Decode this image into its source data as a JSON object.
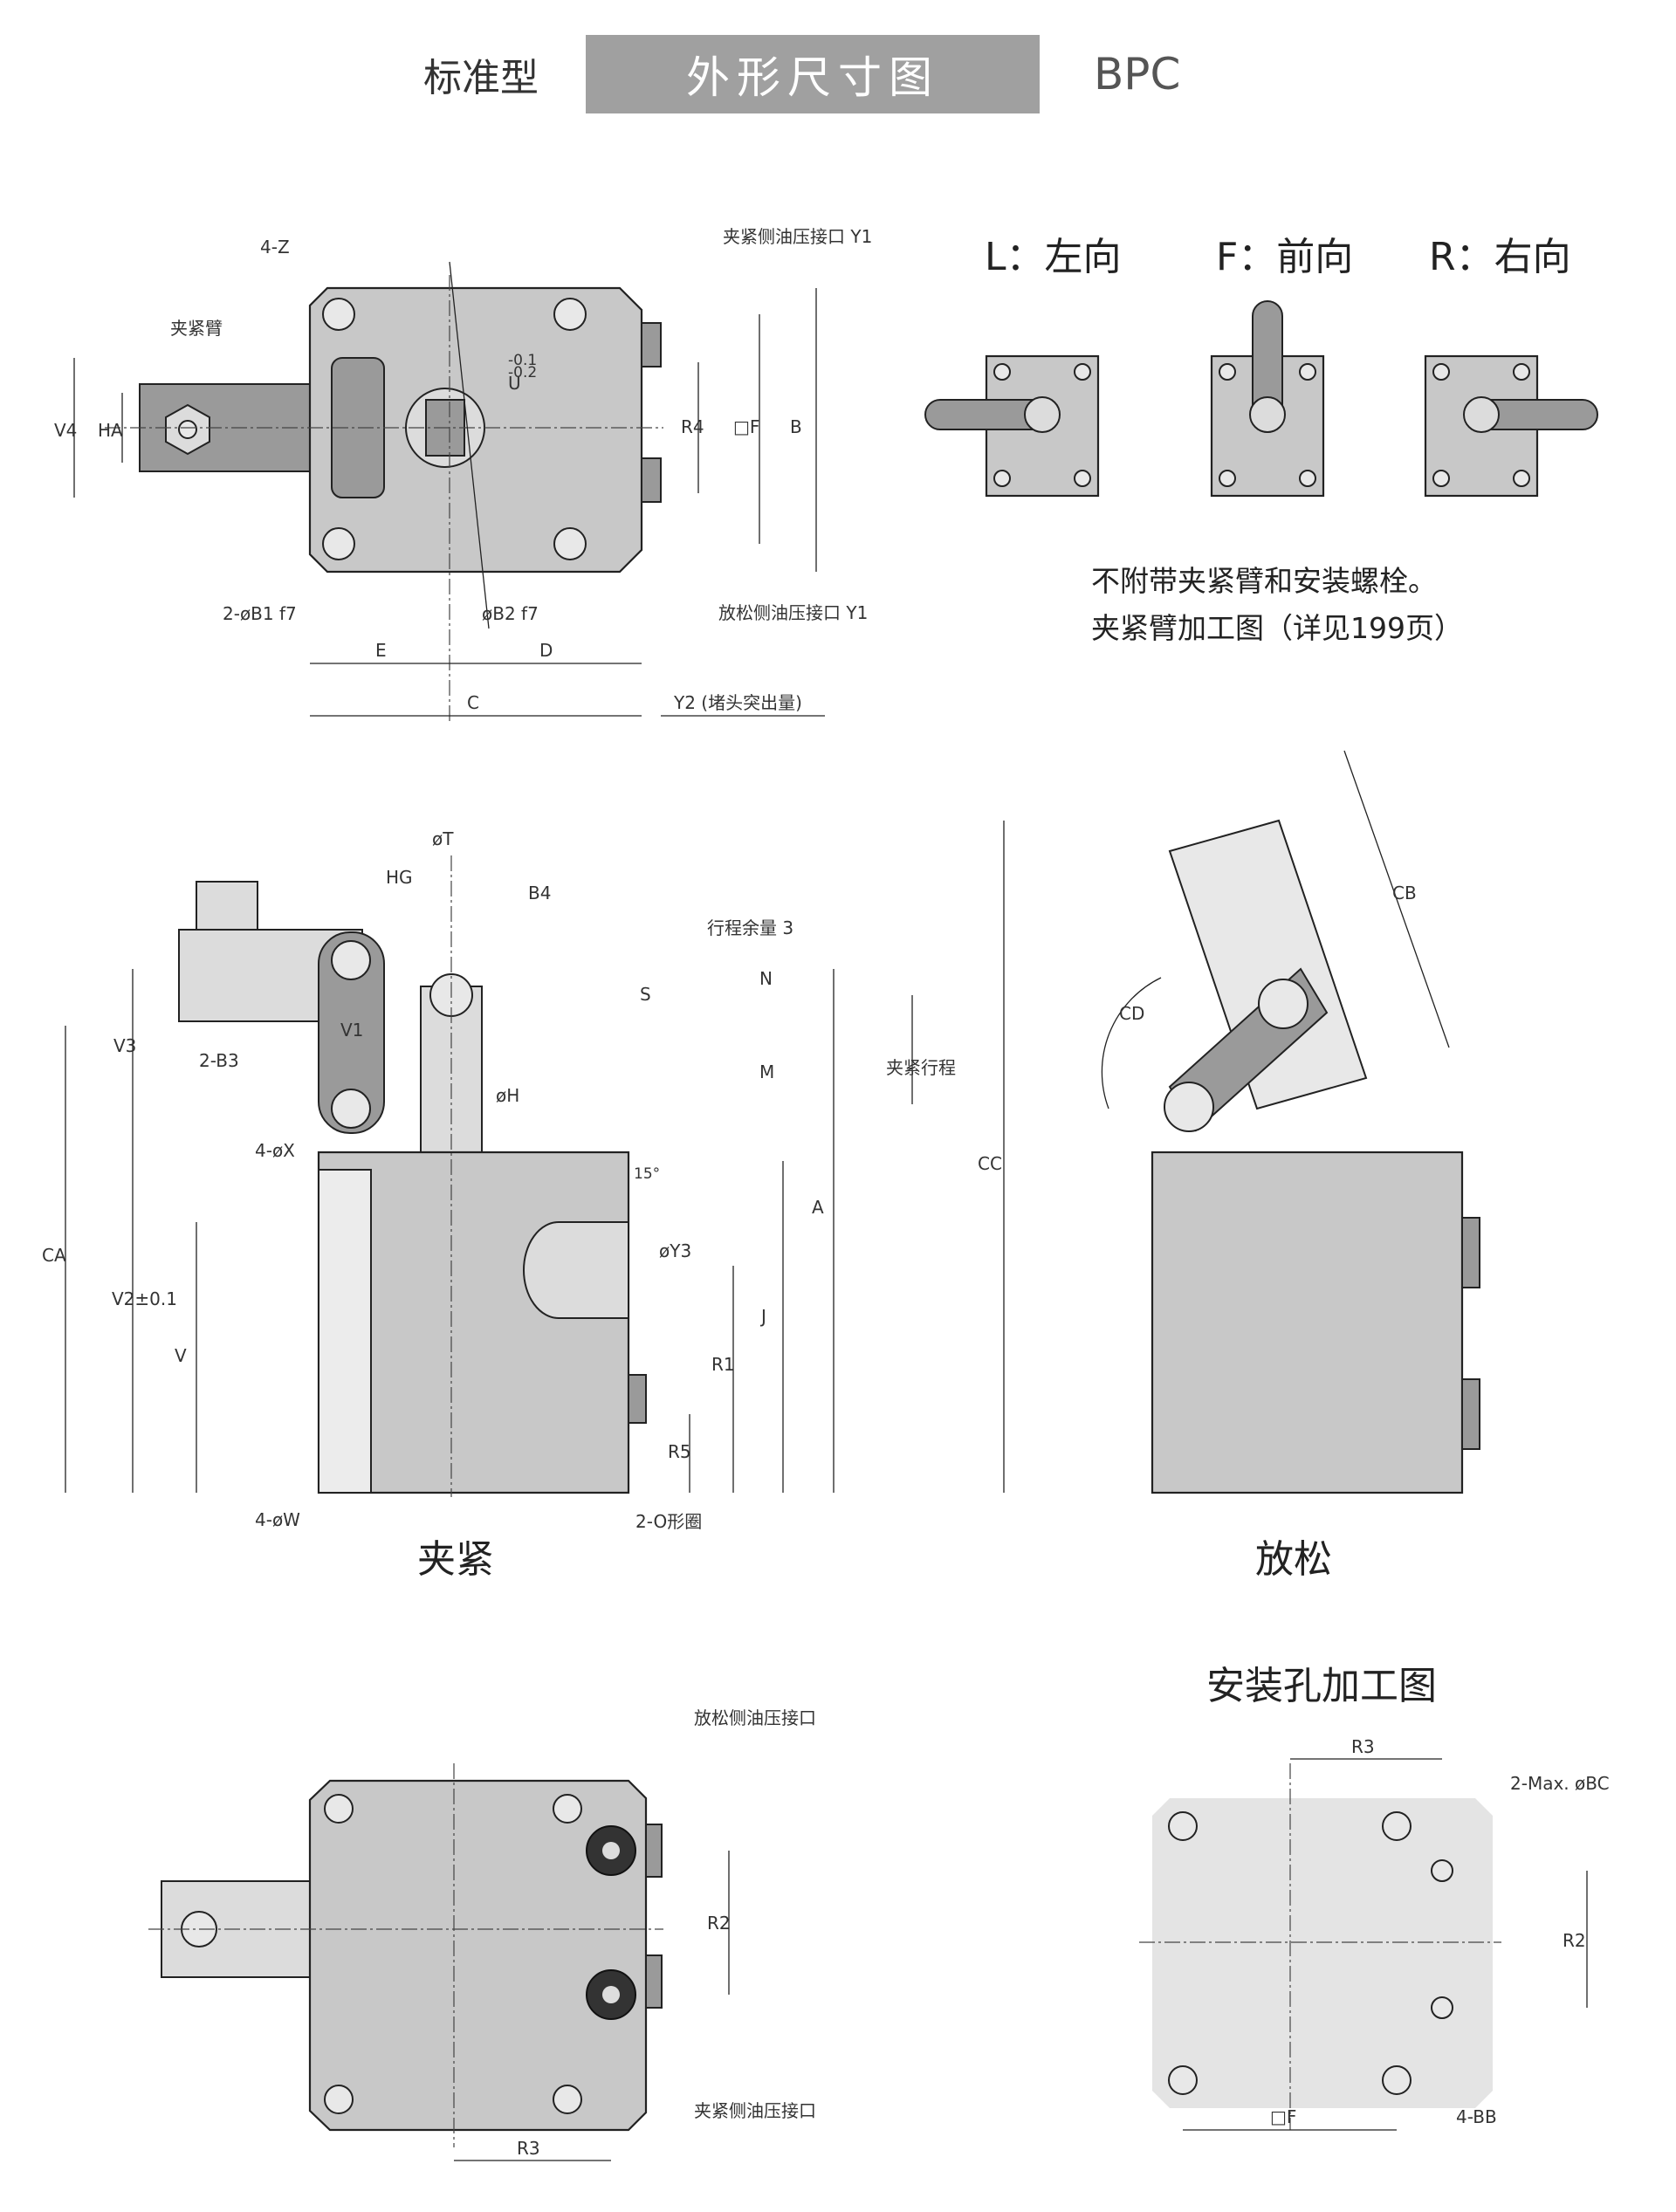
{
  "header": {
    "type_label": "标准型",
    "title": "外形尺寸图",
    "model": "BPC"
  },
  "orientation": {
    "left": "L：左向",
    "front": "F：前向",
    "right": "R：右向"
  },
  "notes": {
    "line1": "不附带夹紧臂和安装螺栓。",
    "line2": "夹紧臂加工图（详见199页）"
  },
  "views": {
    "clamp": "夹紧",
    "release": "放松",
    "mount_title": "安装孔加工图"
  },
  "top_view": {
    "z": "4-Z",
    "arm": "夹紧臂",
    "port_clamp": "夹紧侧油压接口 Y1",
    "port_release": "放松侧油压接口 Y1",
    "v4": "V4",
    "ha": "HA",
    "u": "U",
    "u_tol_top": "-0.1",
    "u_tol_bot": "-0.2",
    "r4": "R4",
    "f": "□F",
    "b": "B",
    "b1": "2-øB1 f7",
    "b2": "øB2 f7",
    "e": "E",
    "d": "D",
    "c": "C",
    "y2": "Y2 (堵头突出量)"
  },
  "front_view": {
    "t": "øT",
    "hg": "HG",
    "b4": "B4",
    "stroke_margin": "行程余量 3",
    "b3": "2-B3",
    "v1": "V1",
    "v3": "V3",
    "s": "S",
    "n": "N",
    "m": "M",
    "h": "øH",
    "x": "4-øX",
    "deg": "15°",
    "y3": "øY3",
    "ca": "CA",
    "v2": "V2±0.1",
    "v": "V",
    "a": "A",
    "j": "J",
    "r1": "R1",
    "r5": "R5",
    "w": "4-øW",
    "o_ring": "2-O形圈"
  },
  "release_view": {
    "stroke": "夹紧行程",
    "cd": "CD",
    "cb": "CB",
    "cc": "CC"
  },
  "bottom_view": {
    "port_release": "放松侧油压接口",
    "port_clamp": "夹紧侧油压接口",
    "r2": "R2",
    "r3": "R3"
  },
  "mount_view": {
    "r3": "R3",
    "bc": "2-Max. øBC",
    "r2": "R2",
    "f": "□F",
    "bb": "4-BB"
  }
}
